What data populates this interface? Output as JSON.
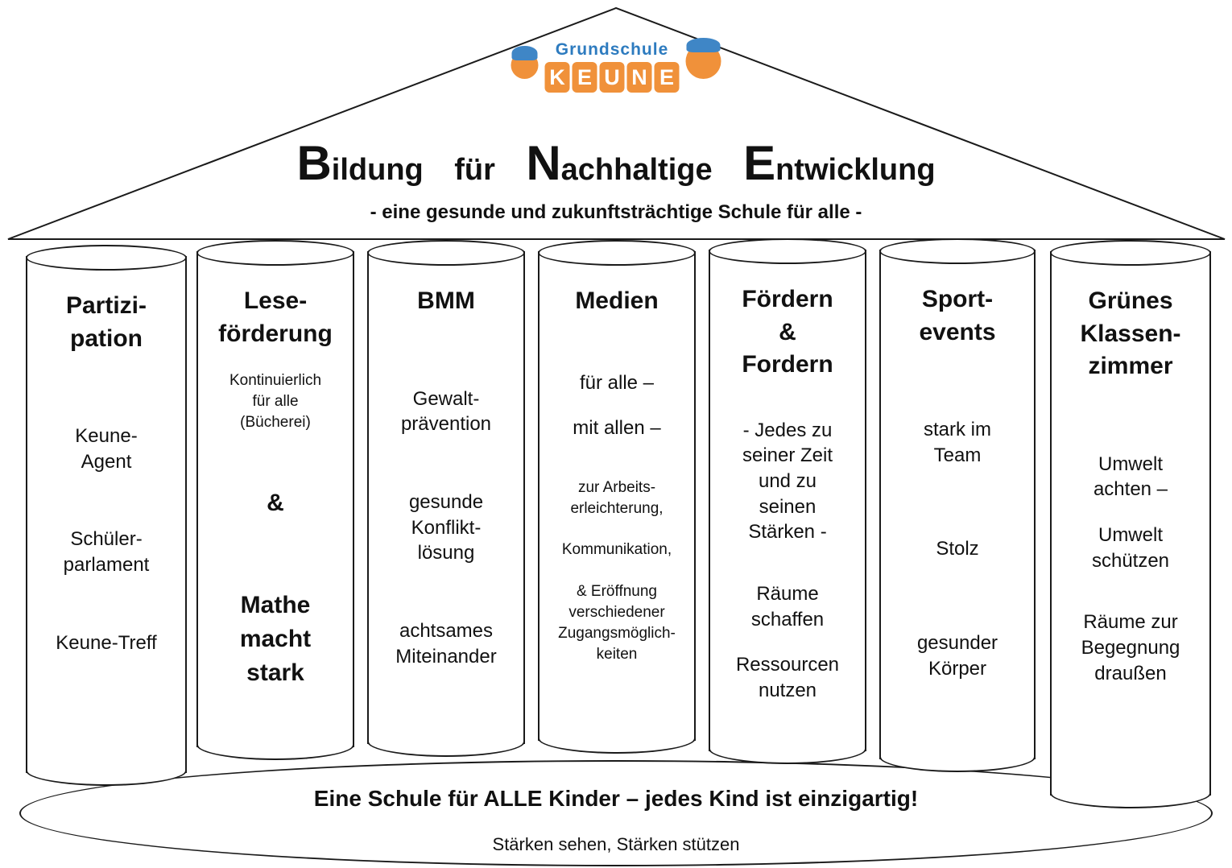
{
  "logo": {
    "school_type": "Grundschule",
    "name": "KEUNE"
  },
  "title": {
    "w1_cap": "B",
    "w1_rest": "ildung",
    "w2": "für",
    "w3_cap": "N",
    "w3_rest": "achhaltige",
    "w4_cap": "E",
    "w4_rest": "ntwicklung",
    "subtitle": "-  eine gesunde und zukunftsträchtige Schule für alle  -"
  },
  "colors": {
    "accent_blue": "#2d7bbf",
    "accent_orange": "#f0913a",
    "line": "#1a1a1a"
  },
  "pillars": [
    {
      "title": "Partizi-\npation",
      "items": [
        "Keune-\nAgent",
        "Schüler-\nparlament",
        "Keune-Treff"
      ]
    },
    {
      "title": "Lese-\nförderung",
      "items": [
        "Kontinuierlich\nfür alle\n(Bücherei)",
        "&",
        "Mathe\nmacht\nstark"
      ]
    },
    {
      "title": "BMM",
      "items": [
        "Gewalt-\nprävention",
        "gesunde\nKonflikt-\nlösung",
        "achtsames\nMiteinander"
      ]
    },
    {
      "title": "Medien",
      "items": [
        "für alle –",
        "mit allen –",
        "zur Arbeits-\nerleichterung,",
        "Kommunikation,",
        "& Eröffnung\nverschiedener\nZugangsmöglich-\nkeiten"
      ]
    },
    {
      "title": "Fördern\n&\nFordern",
      "items": [
        "-  Jedes zu\nseiner Zeit\nund zu\nseinen\nStärken -",
        "Räume\nschaffen",
        "Ressourcen\nnutzen"
      ]
    },
    {
      "title": "Sport-\nevents",
      "items": [
        "stark im\nTeam",
        "Stolz",
        "gesunder\nKörper"
      ]
    },
    {
      "title": "Grünes\nKlassen-\nzimmer",
      "items": [
        "Umwelt\nachten –",
        "Umwelt\nschützen",
        "Räume zur\nBegegnung\ndraußen"
      ]
    }
  ],
  "base": {
    "line1": "Eine Schule für ALLE Kinder – jedes Kind ist einzigartig!",
    "line2": "Stärken sehen, Stärken stützen"
  }
}
